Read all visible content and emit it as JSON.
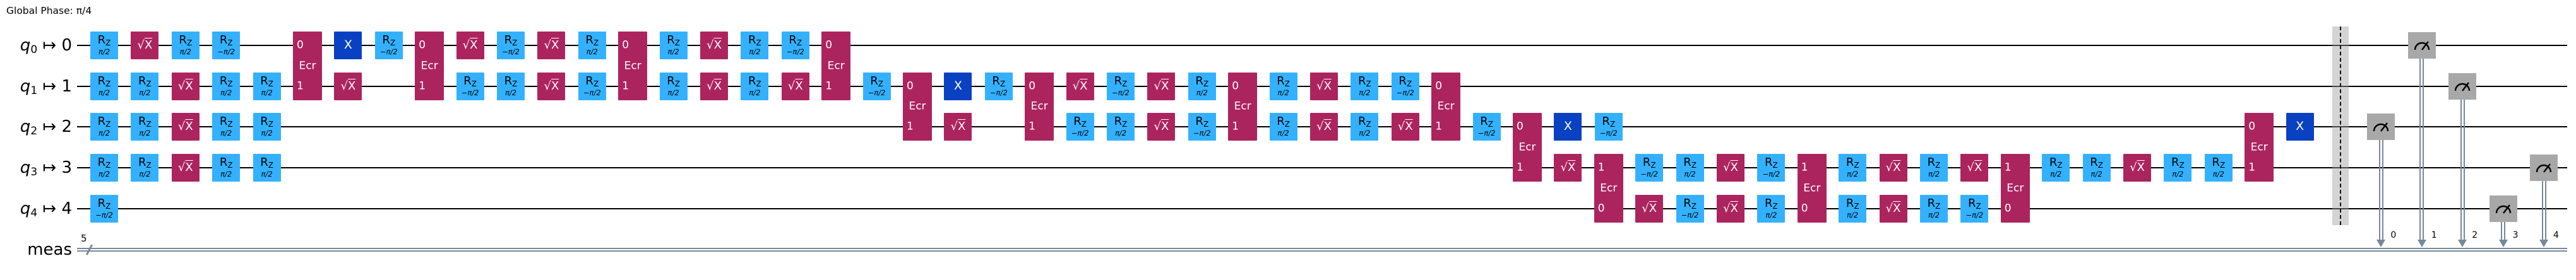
{
  "global_phase": "Global Phase: π/4",
  "colors": {
    "rz_fill": "#33B1FF",
    "sx_fill": "#AC245E",
    "x_fill": "#0A41C2",
    "ecr_fill": "#AC245E",
    "measure_fill": "#A8A8A8",
    "qubit_wire": "#000000",
    "classical_wire": "#778899",
    "barrier_fill": "rgba(160,160,160,0.45)"
  },
  "labels": {
    "rz_base": "R",
    "rz_sub": "Z",
    "sx_radical": "√",
    "sx_base": "X",
    "x_gate": "X",
    "ecr": "Ecr",
    "mapsto": "↦"
  },
  "qubits": [
    {
      "name": "q",
      "sub": "0",
      "physical": "0"
    },
    {
      "name": "q",
      "sub": "1",
      "physical": "1"
    },
    {
      "name": "q",
      "sub": "2",
      "physical": "2"
    },
    {
      "name": "q",
      "sub": "3",
      "physical": "3"
    },
    {
      "name": "q",
      "sub": "4",
      "physical": "4"
    }
  ],
  "creg": {
    "name": "meas",
    "size": "5"
  },
  "gates": [
    {
      "t": "rz",
      "q": 0,
      "col": 1,
      "param": "π/2"
    },
    {
      "t": "sx",
      "q": 0,
      "col": 2
    },
    {
      "t": "rz",
      "q": 0,
      "col": 3,
      "param": "π/2"
    },
    {
      "t": "rz",
      "q": 0,
      "col": 4,
      "param": "−π/2"
    },
    {
      "t": "x",
      "q": 0,
      "col": 7
    },
    {
      "t": "rz",
      "q": 0,
      "col": 8,
      "param": "−π/2"
    },
    {
      "t": "sx",
      "q": 0,
      "col": 10
    },
    {
      "t": "rz",
      "q": 0,
      "col": 11,
      "param": "−π/2"
    },
    {
      "t": "sx",
      "q": 0,
      "col": 12
    },
    {
      "t": "rz",
      "q": 0,
      "col": 13,
      "param": "π/2"
    },
    {
      "t": "rz",
      "q": 0,
      "col": 15,
      "param": "π/2"
    },
    {
      "t": "sx",
      "q": 0,
      "col": 16
    },
    {
      "t": "rz",
      "q": 0,
      "col": 17,
      "param": "π/2"
    },
    {
      "t": "rz",
      "q": 0,
      "col": 18,
      "param": "−π/2"
    },
    {
      "t": "rz",
      "q": 1,
      "col": 1,
      "param": "π/2"
    },
    {
      "t": "rz",
      "q": 1,
      "col": 2,
      "param": "π/2"
    },
    {
      "t": "sx",
      "q": 1,
      "col": 3
    },
    {
      "t": "rz",
      "q": 1,
      "col": 4,
      "param": "π/2"
    },
    {
      "t": "rz",
      "q": 1,
      "col": 5,
      "param": "π/2"
    },
    {
      "t": "sx",
      "q": 1,
      "col": 7
    },
    {
      "t": "rz",
      "q": 1,
      "col": 10,
      "param": "−π/2"
    },
    {
      "t": "rz",
      "q": 1,
      "col": 11,
      "param": "π/2"
    },
    {
      "t": "sx",
      "q": 1,
      "col": 12
    },
    {
      "t": "rz",
      "q": 1,
      "col": 13,
      "param": "−π/2"
    },
    {
      "t": "rz",
      "q": 1,
      "col": 15,
      "param": "π/2"
    },
    {
      "t": "sx",
      "q": 1,
      "col": 16
    },
    {
      "t": "rz",
      "q": 1,
      "col": 17,
      "param": "π/2"
    },
    {
      "t": "sx",
      "q": 1,
      "col": 18
    },
    {
      "t": "rz",
      "q": 1,
      "col": 20,
      "param": "−π/2"
    },
    {
      "t": "x",
      "q": 1,
      "col": 22
    },
    {
      "t": "rz",
      "q": 1,
      "col": 23,
      "param": "−π/2"
    },
    {
      "t": "sx",
      "q": 1,
      "col": 25
    },
    {
      "t": "rz",
      "q": 1,
      "col": 26,
      "param": "−π/2"
    },
    {
      "t": "sx",
      "q": 1,
      "col": 27
    },
    {
      "t": "rz",
      "q": 1,
      "col": 28,
      "param": "π/2"
    },
    {
      "t": "rz",
      "q": 1,
      "col": 30,
      "param": "π/2"
    },
    {
      "t": "sx",
      "q": 1,
      "col": 31
    },
    {
      "t": "rz",
      "q": 1,
      "col": 32,
      "param": "π/2"
    },
    {
      "t": "rz",
      "q": 1,
      "col": 33,
      "param": "−π/2"
    },
    {
      "t": "rz",
      "q": 2,
      "col": 1,
      "param": "π/2"
    },
    {
      "t": "rz",
      "q": 2,
      "col": 2,
      "param": "π/2"
    },
    {
      "t": "sx",
      "q": 2,
      "col": 3
    },
    {
      "t": "rz",
      "q": 2,
      "col": 4,
      "param": "π/2"
    },
    {
      "t": "rz",
      "q": 2,
      "col": 5,
      "param": "π/2"
    },
    {
      "t": "sx",
      "q": 2,
      "col": 22
    },
    {
      "t": "rz",
      "q": 2,
      "col": 25,
      "param": "−π/2"
    },
    {
      "t": "rz",
      "q": 2,
      "col": 26,
      "param": "π/2"
    },
    {
      "t": "sx",
      "q": 2,
      "col": 27
    },
    {
      "t": "rz",
      "q": 2,
      "col": 28,
      "param": "−π/2"
    },
    {
      "t": "rz",
      "q": 2,
      "col": 30,
      "param": "π/2"
    },
    {
      "t": "sx",
      "q": 2,
      "col": 31
    },
    {
      "t": "rz",
      "q": 2,
      "col": 32,
      "param": "π/2"
    },
    {
      "t": "sx",
      "q": 2,
      "col": 33
    },
    {
      "t": "rz",
      "q": 2,
      "col": 35,
      "param": "−π/2"
    },
    {
      "t": "x",
      "q": 2,
      "col": 37
    },
    {
      "t": "rz",
      "q": 2,
      "col": 38,
      "param": "−π/2"
    },
    {
      "t": "x",
      "q": 2,
      "col": 55
    },
    {
      "t": "rz",
      "q": 3,
      "col": 1,
      "param": "π/2"
    },
    {
      "t": "rz",
      "q": 3,
      "col": 2,
      "param": "π/2"
    },
    {
      "t": "sx",
      "q": 3,
      "col": 3
    },
    {
      "t": "rz",
      "q": 3,
      "col": 4,
      "param": "π/2"
    },
    {
      "t": "rz",
      "q": 3,
      "col": 5,
      "param": "π/2"
    },
    {
      "t": "sx",
      "q": 3,
      "col": 37
    },
    {
      "t": "rz",
      "q": 3,
      "col": 39,
      "param": "−π/2"
    },
    {
      "t": "rz",
      "q": 3,
      "col": 40,
      "param": "π/2"
    },
    {
      "t": "sx",
      "q": 3,
      "col": 41
    },
    {
      "t": "rz",
      "q": 3,
      "col": 42,
      "param": "−π/2"
    },
    {
      "t": "rz",
      "q": 3,
      "col": 44,
      "param": "π/2"
    },
    {
      "t": "sx",
      "q": 3,
      "col": 45
    },
    {
      "t": "rz",
      "q": 3,
      "col": 46,
      "param": "π/2"
    },
    {
      "t": "sx",
      "q": 3,
      "col": 47
    },
    {
      "t": "rz",
      "q": 3,
      "col": 49,
      "param": "π/2"
    },
    {
      "t": "rz",
      "q": 3,
      "col": 50,
      "param": "π/2"
    },
    {
      "t": "sx",
      "q": 3,
      "col": 51
    },
    {
      "t": "rz",
      "q": 3,
      "col": 52,
      "param": "π/2"
    },
    {
      "t": "rz",
      "q": 3,
      "col": 53,
      "param": "π/2"
    },
    {
      "t": "rz",
      "q": 4,
      "col": 1,
      "param": "−π/2"
    },
    {
      "t": "sx",
      "q": 4,
      "col": 39
    },
    {
      "t": "rz",
      "q": 4,
      "col": 40,
      "param": "−π/2"
    },
    {
      "t": "sx",
      "q": 4,
      "col": 41
    },
    {
      "t": "rz",
      "q": 4,
      "col": 42,
      "param": "π/2"
    },
    {
      "t": "rz",
      "q": 4,
      "col": 44,
      "param": "π/2"
    },
    {
      "t": "sx",
      "q": 4,
      "col": 45
    },
    {
      "t": "rz",
      "q": 4,
      "col": 46,
      "param": "π/2"
    },
    {
      "t": "rz",
      "q": 4,
      "col": 47,
      "param": "−π/2"
    }
  ],
  "ecr_gates": [
    {
      "col": 6,
      "top_q": 0,
      "bot_q": 1,
      "top_label": "0",
      "bot_label": "1"
    },
    {
      "col": 9,
      "top_q": 0,
      "bot_q": 1,
      "top_label": "0",
      "bot_label": "1"
    },
    {
      "col": 14,
      "top_q": 0,
      "bot_q": 1,
      "top_label": "0",
      "bot_label": "1"
    },
    {
      "col": 19,
      "top_q": 0,
      "bot_q": 1,
      "top_label": "0",
      "bot_label": "1"
    },
    {
      "col": 21,
      "top_q": 1,
      "bot_q": 2,
      "top_label": "0",
      "bot_label": "1"
    },
    {
      "col": 24,
      "top_q": 1,
      "bot_q": 2,
      "top_label": "0",
      "bot_label": "1"
    },
    {
      "col": 29,
      "top_q": 1,
      "bot_q": 2,
      "top_label": "0",
      "bot_label": "1"
    },
    {
      "col": 34,
      "top_q": 1,
      "bot_q": 2,
      "top_label": "0",
      "bot_label": "1"
    },
    {
      "col": 36,
      "top_q": 2,
      "bot_q": 3,
      "top_label": "0",
      "bot_label": "1"
    },
    {
      "col": 38,
      "top_q": 3,
      "bot_q": 4,
      "top_label": "1",
      "bot_label": "0"
    },
    {
      "col": 43,
      "top_q": 3,
      "bot_q": 4,
      "top_label": "1",
      "bot_label": "0"
    },
    {
      "col": 48,
      "top_q": 3,
      "bot_q": 4,
      "top_label": "1",
      "bot_label": "0"
    },
    {
      "col": 54,
      "top_q": 2,
      "bot_q": 3,
      "top_label": "0",
      "bot_label": "1"
    }
  ],
  "barrier": {
    "col": 56
  },
  "measurements": [
    {
      "qubit": 2,
      "clbit": "0",
      "col": 57
    },
    {
      "qubit": 0,
      "clbit": "1",
      "col": 58
    },
    {
      "qubit": 1,
      "clbit": "2",
      "col": 59
    },
    {
      "qubit": 4,
      "clbit": "3",
      "col": 60
    },
    {
      "qubit": 3,
      "clbit": "4",
      "col": 61
    }
  ]
}
